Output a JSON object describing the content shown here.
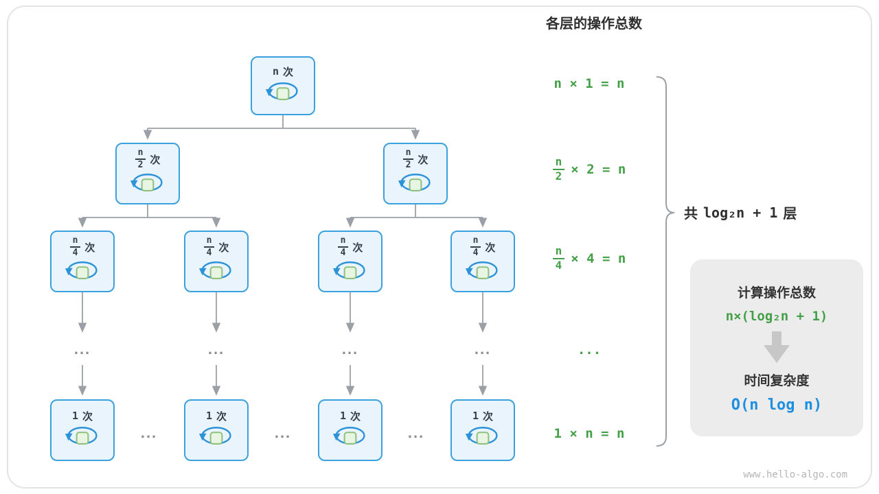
{
  "title": "各层的操作总数",
  "tree": {
    "root": {
      "n": "n",
      "suffix": "次"
    },
    "l2": {
      "num": "n",
      "den": "2",
      "suffix": "次"
    },
    "l3": {
      "num": "n",
      "den": "4",
      "suffix": "次"
    },
    "bottom": {
      "n": "1",
      "suffix": "次"
    },
    "dots": "..."
  },
  "equations": {
    "r1": "n × 1 = n",
    "r2_num": "n",
    "r2_den": "2",
    "r2_rest": "× 2 = n",
    "r3_num": "n",
    "r3_den": "4",
    "r3_rest": "× 4 = n",
    "r4": "...",
    "r5": "1 × n = n"
  },
  "brace": {
    "prefix": "共",
    "formula": "log₂n + 1",
    "suffix": "层"
  },
  "panel": {
    "title1": "计算操作总数",
    "formula1": "n×(log₂n + 1)",
    "title2": "时间复杂度",
    "formula2": "O(n log n)"
  },
  "watermark": "www.hello-algo.com",
  "colors": {
    "node_border": "#3ba1dc",
    "node_bg": "#eaf4fc",
    "loop_arrow_blue": "#2d93d8",
    "square_fill": "#e8f5e2",
    "square_border": "#8fc07e",
    "equation_green": "#43a047",
    "complexity_blue": "#1d8fe1",
    "connector_gray": "#9aa0a6",
    "panel_bg": "#ececec"
  }
}
